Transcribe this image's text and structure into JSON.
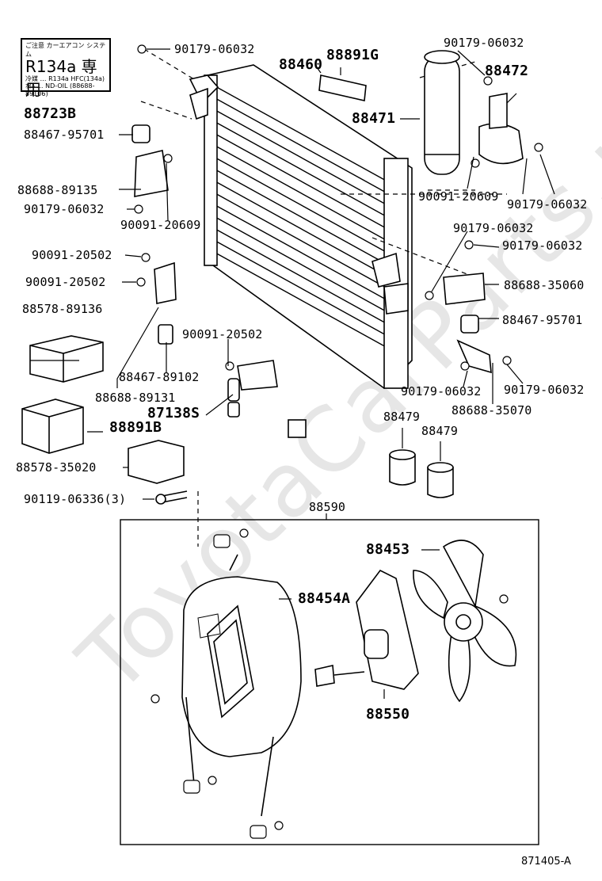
{
  "watermark": "ToyotaCarParts.ru",
  "decal": {
    "header": "ご注意  カーエアコン システム",
    "main": "R134a  専用",
    "line1": "冷媒 … R134a  HFC(134a)",
    "line2": "ｵｲﾙ … ND-OIL (88688-89106)"
  },
  "parts": [
    "90179-06032",
    "88460",
    "88891G",
    "90179-06032",
    "88472",
    "88723B",
    "88471",
    "88467-95701",
    "88688-89135",
    "90091-20609",
    "90179-06032",
    "90179-06032",
    "90091-20609",
    "90179-06032",
    "90179-06032",
    "90091-20502",
    "90091-20502",
    "88688-35060",
    "88578-89136",
    "88467-95701",
    "90091-20502",
    "88467-89102",
    "90179-06032",
    "90179-06032",
    "88688-89131",
    "88688-35070",
    "87138S",
    "88479",
    "88479",
    "88891B",
    "88578-35020",
    "90119-06336(3)",
    "88590",
    "88453",
    "88454A",
    "88550"
  ],
  "illustration_code": "871405-A"
}
